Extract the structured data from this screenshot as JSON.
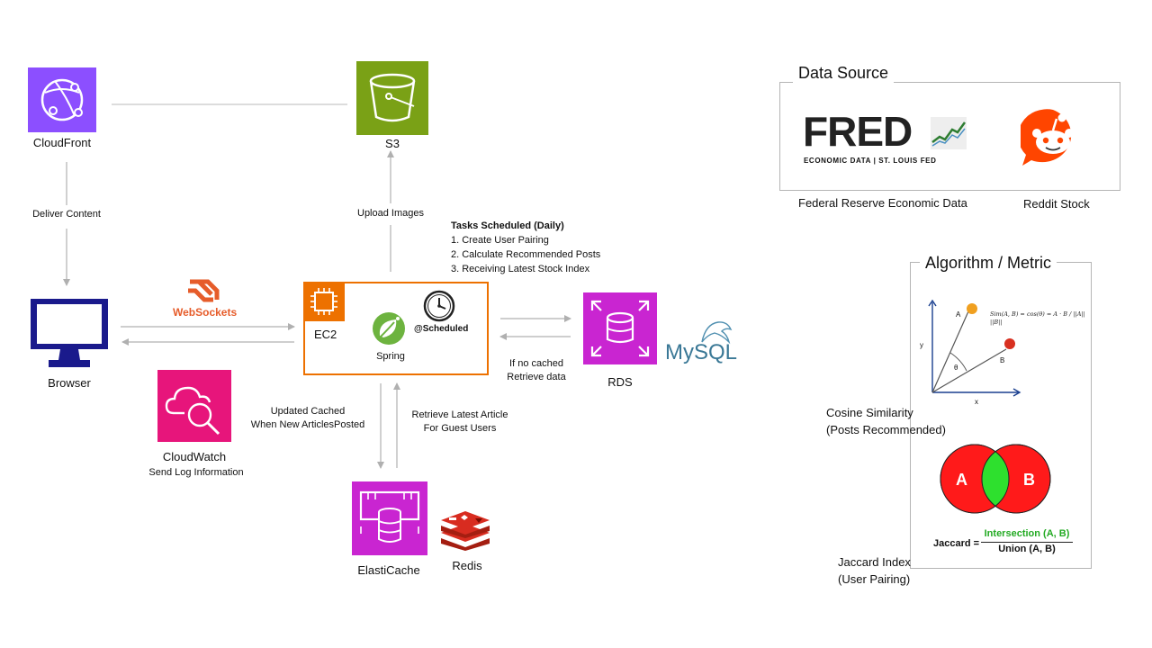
{
  "nodes": {
    "cloudfront": "CloudFront",
    "s3": "S3",
    "browser": "Browser",
    "websockets": "WebSockets",
    "ec2": "EC2",
    "spring": "Spring",
    "scheduled": "@Scheduled",
    "rds": "RDS",
    "mysql": "MySQL",
    "cloudwatch": "CloudWatch",
    "cloudwatch_caption": "Send Log Information",
    "elasticache": "ElastiCache",
    "redis": "Redis"
  },
  "edges": {
    "deliver_content": "Deliver Content",
    "upload_images": "Upload Images",
    "updated_cached": [
      "Updated Cached",
      "When New ArticlesPosted"
    ],
    "retrieve_latest": [
      "Retrieve Latest Article",
      "For Guest Users"
    ],
    "if_no_cached": [
      "If no cached",
      "Retrieve data"
    ]
  },
  "tasks": {
    "title": "Tasks Scheduled (Daily)",
    "items": [
      "1. Create User Pairing",
      "2. Calculate Recommended  Posts",
      "3. Receiving Latest Stock Index"
    ]
  },
  "data_source": {
    "title": "Data Source",
    "fred_logo": "FRED",
    "fred_tagline": "ECONOMIC DATA  |  ST. LOUIS FED",
    "fred_caption": "Federal Reserve Economic Data",
    "reddit_caption": "Reddit Stock"
  },
  "algorithm": {
    "title": "Algorithm / Metric",
    "cosine_formula": "Sim(A, B) = cos(θ) = A · B / ||A|| ||B||",
    "cosine_caption": [
      "Cosine Similarity",
      "(Posts Recommended)"
    ],
    "jaccard_label": "Jaccard =",
    "jaccard_numerator": "Intersection (A, B)",
    "jaccard_denominator": "Union (A, B)",
    "jaccard_caption": [
      "Jaccard Index",
      "(User Pairing)"
    ],
    "venn_a": "A",
    "venn_b": "B",
    "axis_x": "x",
    "axis_y": "y",
    "vec_a": "A",
    "vec_b": "B",
    "theta": "θ"
  },
  "colors": {
    "cloudfront": "#8c4fff",
    "s3": "#7aa116",
    "compute": "#ed7100",
    "database": "#c925d1",
    "management": "#e7157b",
    "browser": "#1a1a8c",
    "redis": "#c6302b",
    "arrow": "#b0b0b0"
  },
  "icons": {
    "cloudfront": "cloudfront-icon",
    "s3": "bucket-icon",
    "browser": "monitor-icon",
    "websockets": "websockets-icon",
    "ec2": "chip-icon",
    "spring": "spring-leaf-icon",
    "scheduled": "clock-icon",
    "rds": "rds-icon",
    "mysql": "dolphin-icon",
    "cloudwatch": "cloudwatch-icon",
    "elasticache": "elasticache-icon",
    "redis": "redis-icon",
    "reddit": "reddit-icon",
    "fred_chart": "chart-icon"
  }
}
